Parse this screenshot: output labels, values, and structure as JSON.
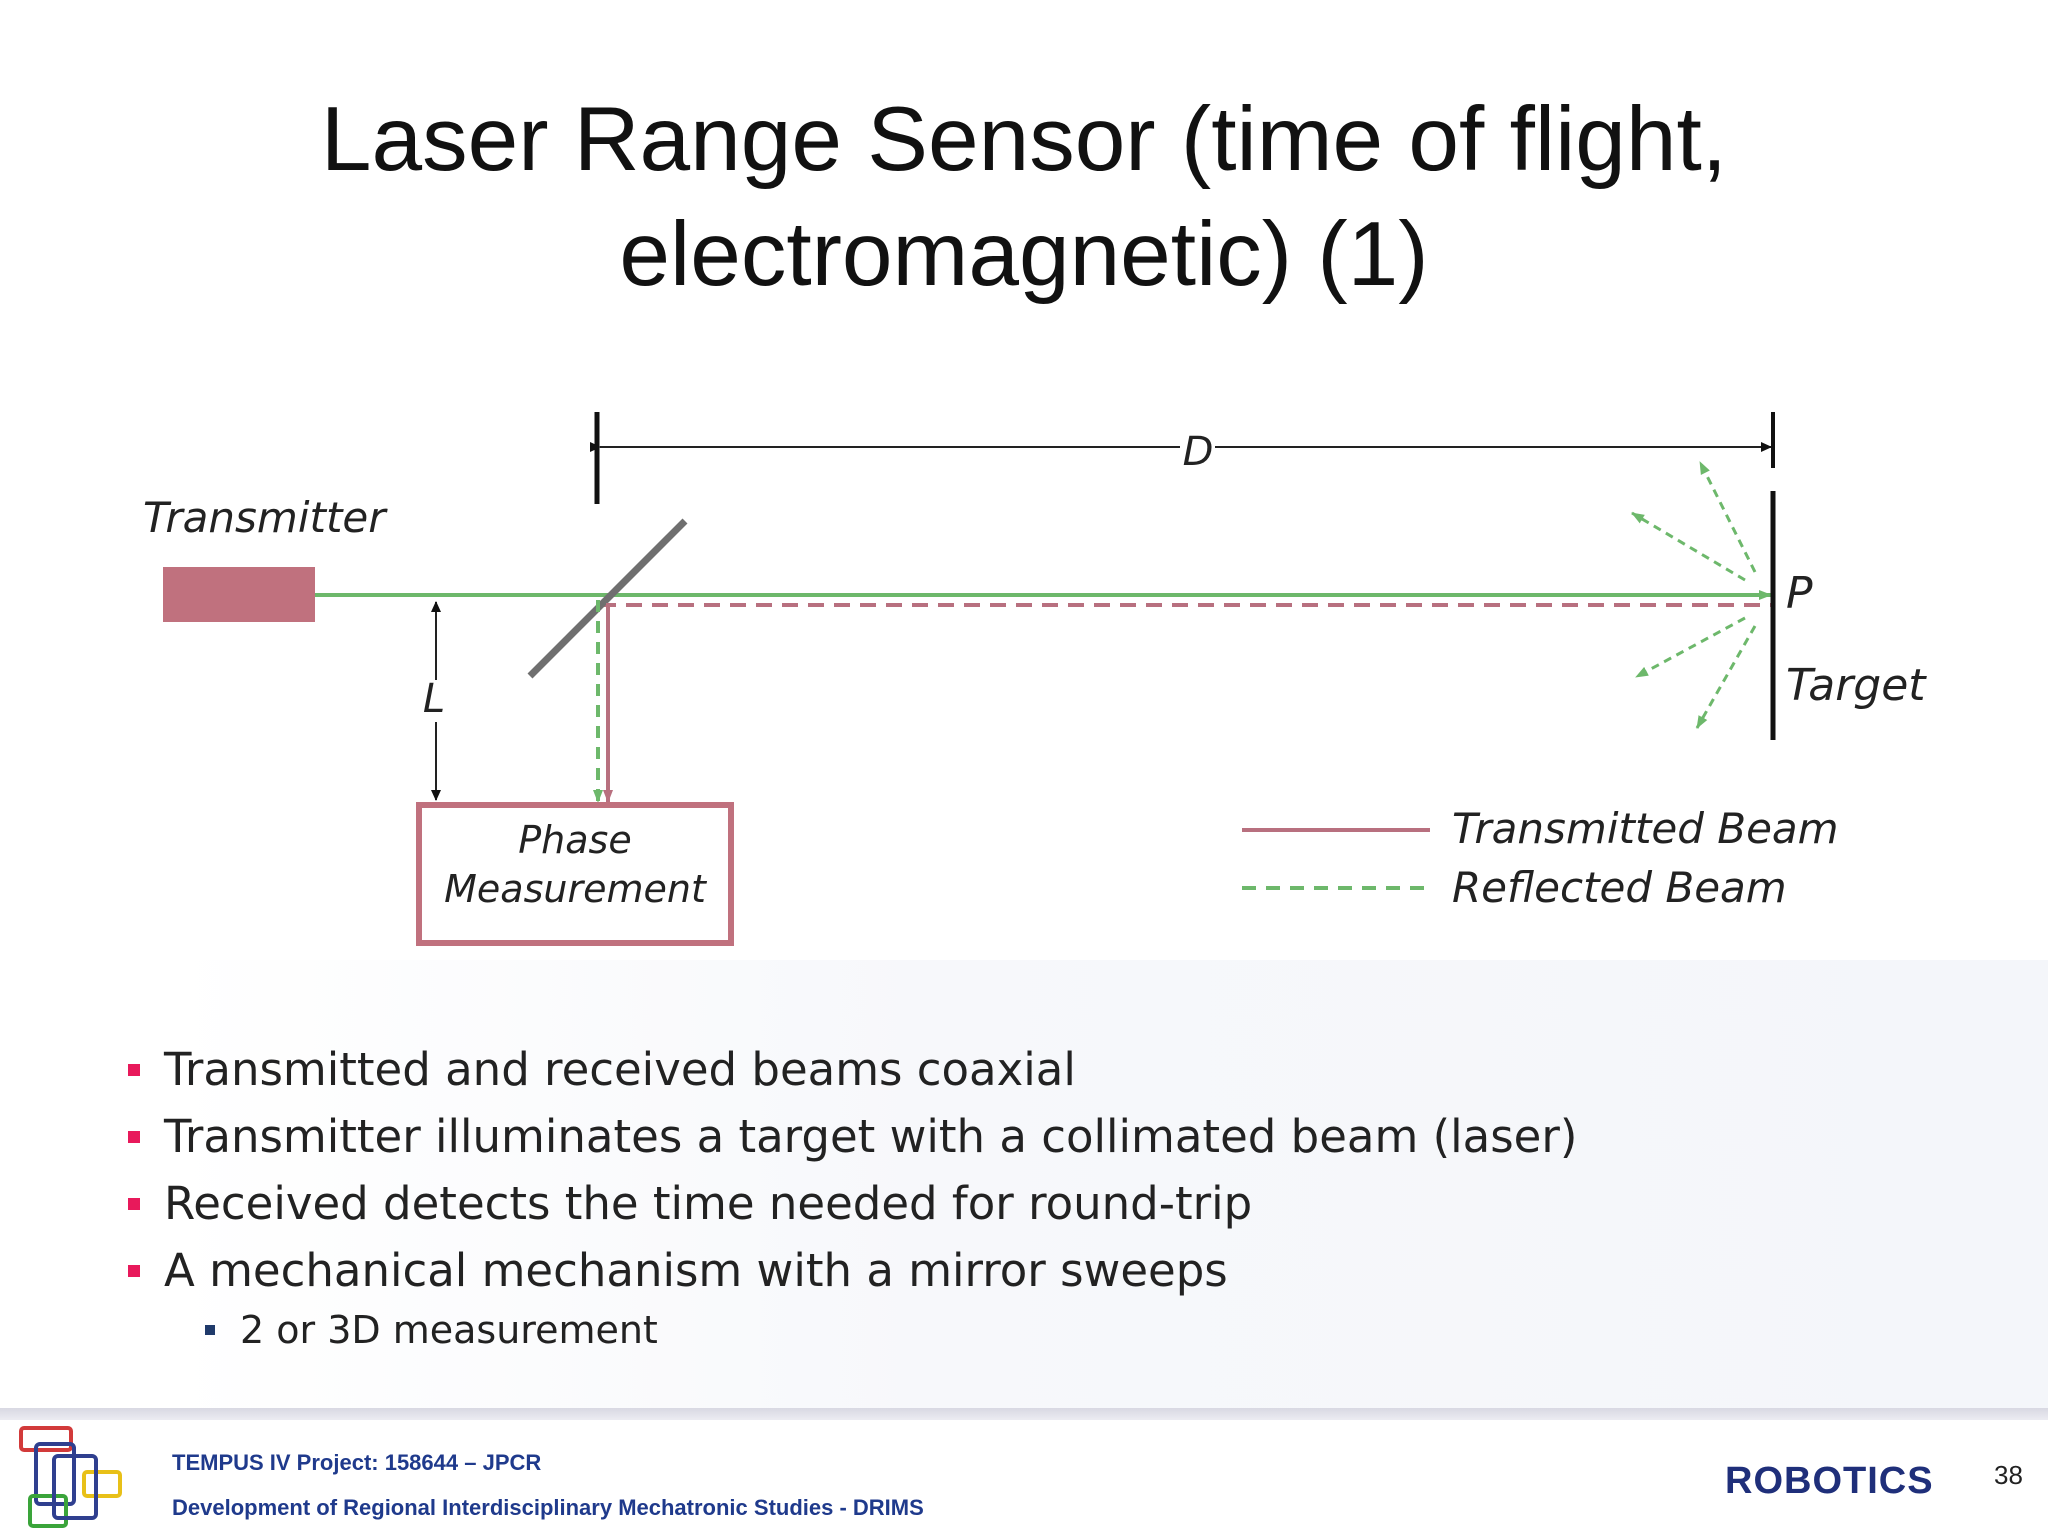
{
  "slide": {
    "title_line1": "Laser Range Sensor (time of flight,",
    "title_line2": "electromagnetic) (1)"
  },
  "diagram": {
    "label_d": "D",
    "label_transmitter": "Transmitter",
    "label_l": "L",
    "label_p": "P",
    "label_target": "Target",
    "box_line1": "Phase",
    "box_line2": "Measurement",
    "legend_transmitted": "Transmitted Beam",
    "legend_reflected": "Reflected Beam",
    "colors": {
      "transmitted": "#b8707f",
      "reflected": "#6db86b",
      "transmitter_block": "#c0717e",
      "mirror": "#6f6f6f"
    }
  },
  "bullets": [
    "Transmitted and received beams coaxial",
    "Transmitter illuminates a target with a collimated beam (laser)",
    "Received detects the time needed for round-trip",
    "A mechanical mechanism with a mirror sweeps"
  ],
  "sub_bullets": [
    "2 or 3D measurement"
  ],
  "footer": {
    "project": "TEMPUS IV Project: 158644 – JPCR",
    "program": "Development of Regional Interdisciplinary Mechatronic Studies - DRIMS",
    "course": "ROBOTICS",
    "page_number": "38"
  }
}
